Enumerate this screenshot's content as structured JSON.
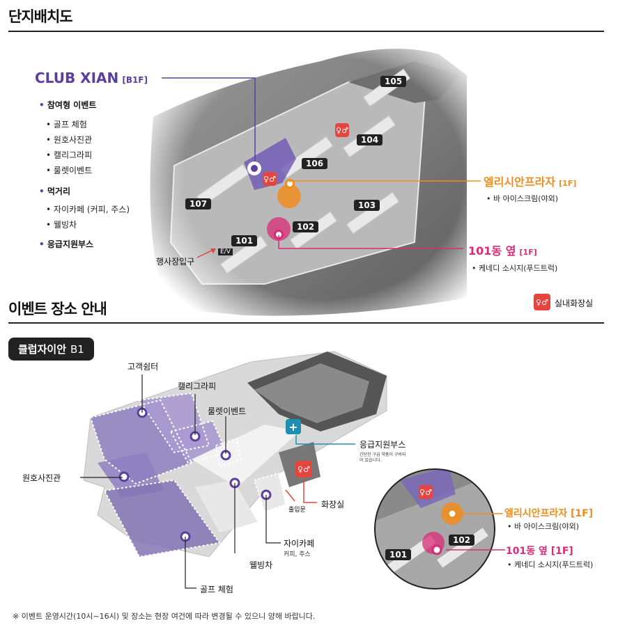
{
  "site_plan": {
    "title": "단지배치도",
    "club": {
      "name": "CLUB XIAN",
      "floor": "[B1F]",
      "categories": [
        {
          "label": "참여형 이벤트",
          "items": [
            "골프 체험",
            "원호사진관",
            "캘리그라피",
            "룰렛이벤트"
          ]
        },
        {
          "label": "먹거리",
          "items": [
            "자이카페 (커피, 주스)",
            "웰빙차"
          ]
        },
        {
          "label": "응급지원부스",
          "items": []
        }
      ]
    },
    "plaza": {
      "name": "엘리시안프라자",
      "floor": "[1F]",
      "item": "바 아이스크림(야외)"
    },
    "dong101": {
      "name": "101동 옆",
      "floor": "[1F]",
      "item": "케네디 소시지(푸드트럭)"
    },
    "buildings": [
      "105",
      "104",
      "106",
      "103",
      "107",
      "102",
      "101"
    ],
    "entrance_label": "행사장입구",
    "ev_label": "E/V",
    "restroom_legend": "실내화장실"
  },
  "venue": {
    "title": "이벤트 장소 안내",
    "badge": "클럽자이안",
    "badge_level": "B1",
    "labels": {
      "lounge": "고객쉼터",
      "calligraphy": "캘리그라피",
      "roulette": "룰렛이벤트",
      "first_aid": "응급지원부스",
      "first_aid_note": "간단한 구급 약품이 구비되어 있습니다.",
      "photo": "원호사진관",
      "restroom": "화장실",
      "entrance": "출입문",
      "cafe": "자이카페",
      "cafe_sub": "커피, 주스",
      "tea": "웰빙차",
      "golf": "골프 체험"
    },
    "inset": {
      "plaza": "엘리시안프라자 [1F]",
      "plaza_item": "바 아이스크림(야외)",
      "dong": "101동 옆 [1F]",
      "dong_item": "케네디 소시지(푸드트럭)",
      "bldg_a": "102",
      "bldg_b": "101"
    }
  },
  "footnote": "※ 이벤트 운영시간(10시~16시) 및 장소는 현장 여건에 따라 변경될 수 있으니 양해 바랍니다.",
  "colors": {
    "purple": "#5a3fa0",
    "orange": "#ef8c1e",
    "magenta": "#d92c78",
    "teal": "#1e8fb0",
    "red": "#e5443f"
  },
  "icons": {
    "restroom": "restroom-icon",
    "first_aid": "first-aid-icon"
  }
}
